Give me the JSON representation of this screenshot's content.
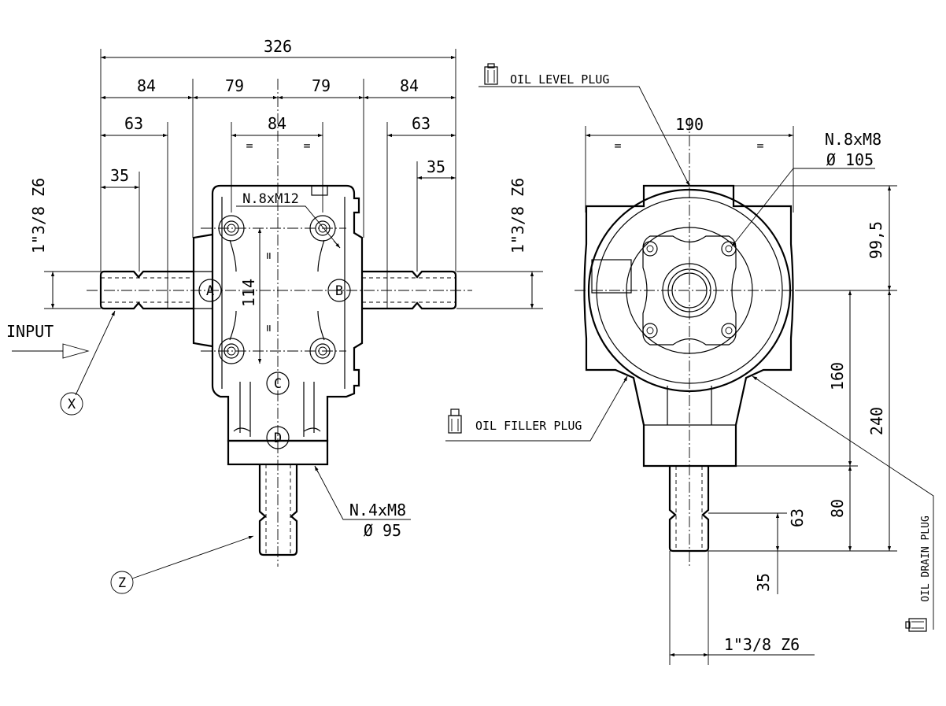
{
  "front_view": {
    "overall_width": "326",
    "seg_left_outer": "84",
    "seg_left_inner": "79",
    "seg_right_inner": "79",
    "seg_right_outer": "84",
    "left_63": "63",
    "center_84": "84",
    "right_63": "63",
    "left_35": "35",
    "right_35": "35",
    "eq_mark": "=",
    "bolt_top": "N.8xM12",
    "height_114": "114",
    "left_shaft_spec": "1\"3/8 Z6",
    "right_shaft_spec": "1\"3/8 Z6",
    "input_label": "INPUT",
    "label_x": "X",
    "label_z": "Z",
    "port_a": "A",
    "port_b": "B",
    "port_c": "C",
    "port_d": "D",
    "bolt_bottom": "N.4xM8",
    "bolt_bottom_dia": "Ø 95"
  },
  "side_view": {
    "oil_level": "OIL LEVEL PLUG",
    "width_190": "190",
    "eq_mark": "=",
    "bolt_flange": "N.8xM8",
    "bolt_flange_dia": "Ø 105",
    "height_99_5": "99,5",
    "oil_filler": "OIL FILLER PLUG",
    "height_160": "160",
    "height_240": "240",
    "oil_drain": "OIL DRAIN PLUG",
    "height_80": "80",
    "height_63": "63",
    "height_35": "35",
    "shaft_spec": "1\"3/8 Z6"
  }
}
